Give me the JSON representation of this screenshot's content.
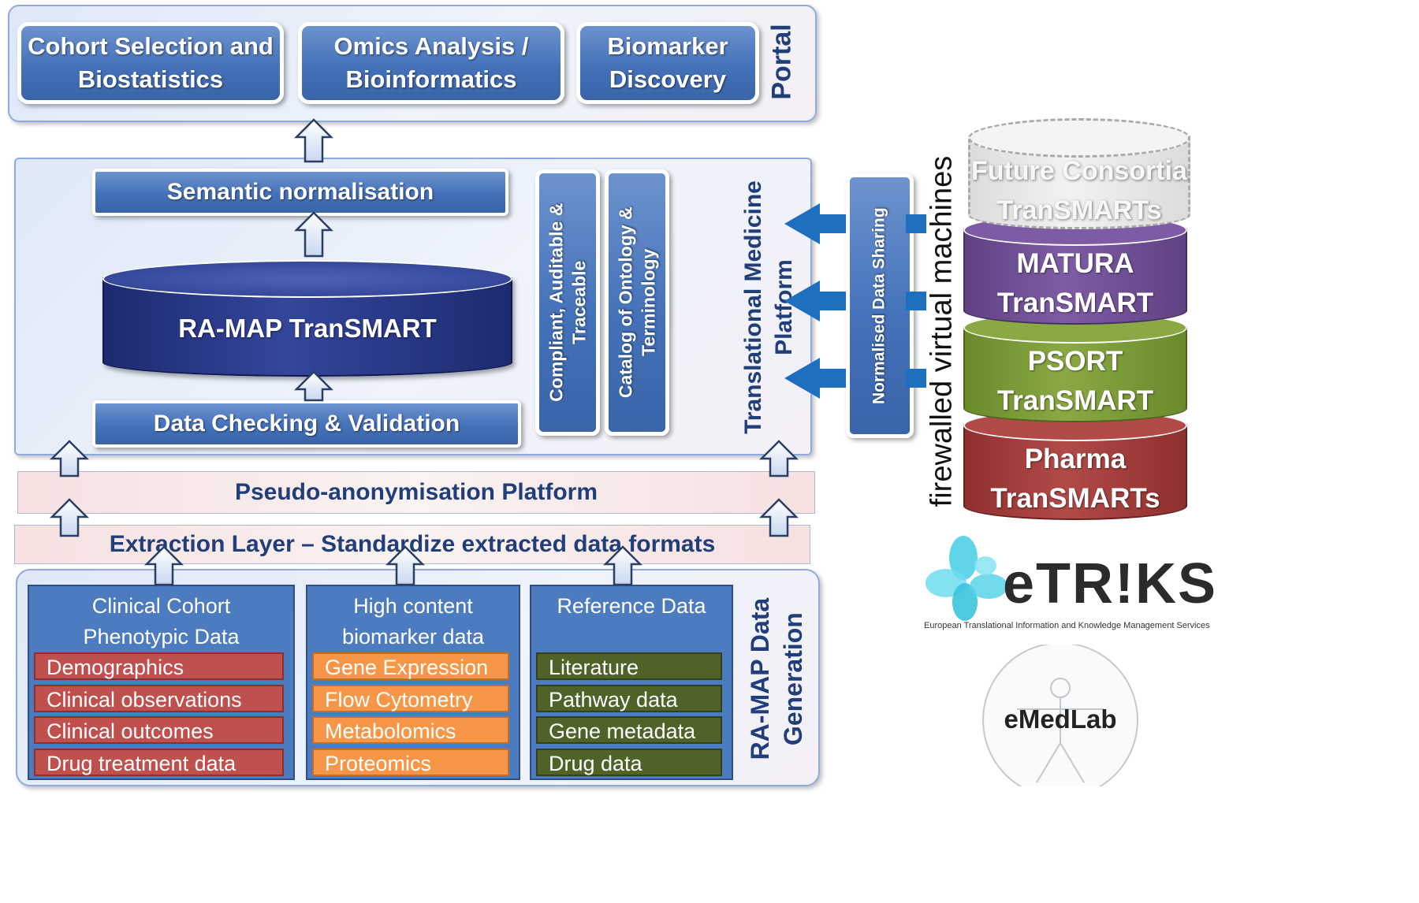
{
  "portal": {
    "label": "Portal",
    "buttons": [
      "Cohort Selection and\nBiostatistics",
      "Omics Analysis /\nBioinformatics",
      "Biomarker\nDiscovery"
    ]
  },
  "platform": {
    "label": "Translational Medicine\nPlatform",
    "semantic": "Semantic normalisation",
    "database": "RA-MAP TranSMART",
    "checking": "Data Checking & Validation",
    "compliant": "Compliant, Auditable &\nTraceable",
    "catalog": "Catalog of Ontology &\nTerminology",
    "sharing": "Normalised Data Sharing"
  },
  "pseudo": "Pseudo-anonymisation Platform",
  "extraction": "Extraction Layer – Standardize extracted data formats",
  "generation": {
    "label": "RA-MAP Data\nGeneration",
    "columns": [
      {
        "title": "Clinical Cohort\nPhenotypic Data",
        "items": [
          "Demographics",
          "Clinical observations",
          "Clinical outcomes",
          "Drug treatment data"
        ]
      },
      {
        "title": "High content\nbiomarker data",
        "items": [
          "Gene Expression",
          "Flow Cytometry",
          "Metabolomics",
          "Proteomics"
        ]
      },
      {
        "title": "Reference Data",
        "items": [
          "Literature",
          "Pathway data",
          "Gene metadata",
          "Drug data"
        ]
      }
    ]
  },
  "stack": {
    "label": "firewalled virtual machines",
    "databases": [
      "Future Consortia\nTranSMARTs",
      "MATURA\nTranSMART",
      "PSORT\nTranSMART",
      "Pharma\nTranSMARTs"
    ]
  },
  "logos": {
    "etriks": "eTR!KS",
    "etriks_sub": "European Translational Information and Knowledge Management Services",
    "emedlab": "eMedLab"
  },
  "colors": {
    "box_blue": "#4a77bd",
    "db_navy": "#1f2f7a",
    "purple": "#7a5a9f",
    "green": "#7d9a3a",
    "red": "#a8413f",
    "arrow_blue": "#1f6fc0"
  }
}
